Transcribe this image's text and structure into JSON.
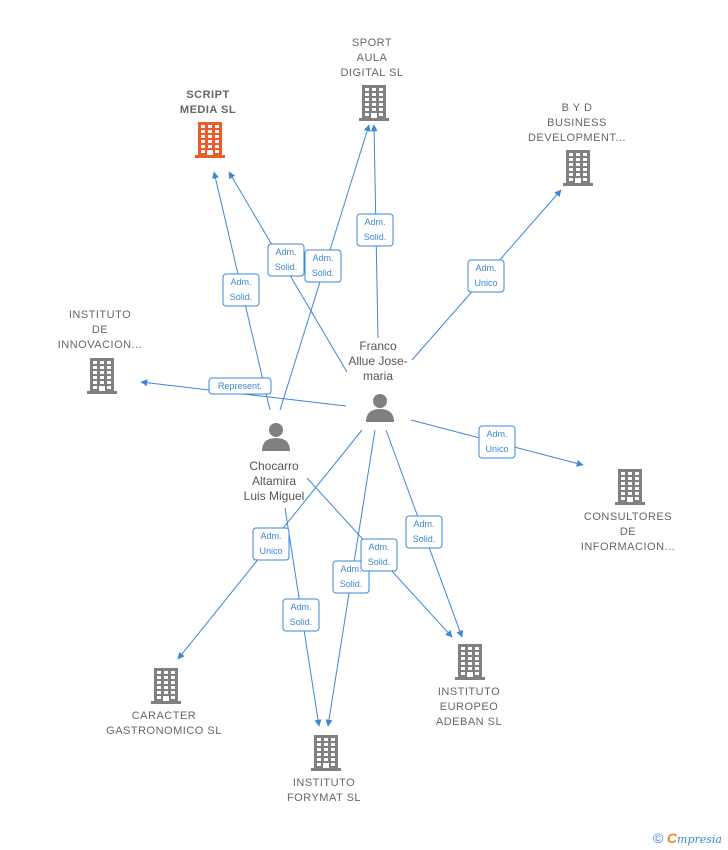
{
  "colors": {
    "edge": "#3e87d6",
    "building": "#808080",
    "focus_building": "#f05a28",
    "person": "#808080"
  },
  "companies": [
    {
      "id": "script",
      "lines": [
        "SCRIPT",
        "MEDIA  SL"
      ],
      "focus": true,
      "icon": "building-icon"
    },
    {
      "id": "sport",
      "lines": [
        "SPORT",
        "AULA",
        "DIGITAL  SL"
      ],
      "icon": "building-icon"
    },
    {
      "id": "byd",
      "lines": [
        "B Y D",
        "BUSINESS",
        "DEVELOPMENT..."
      ],
      "icon": "building-icon"
    },
    {
      "id": "innov",
      "lines": [
        "INSTITUTO",
        "DE",
        "INNOVACION..."
      ],
      "icon": "building-icon"
    },
    {
      "id": "consult",
      "lines": [
        "CONSULTORES",
        "DE",
        "INFORMACION..."
      ],
      "icon": "building-icon"
    },
    {
      "id": "caracter",
      "lines": [
        "CARACTER",
        "GASTRONOMICO SL"
      ],
      "icon": "building-icon"
    },
    {
      "id": "forymat",
      "lines": [
        "INSTITUTO",
        "FORYMAT  SL"
      ],
      "icon": "building-icon"
    },
    {
      "id": "adeban",
      "lines": [
        "INSTITUTO",
        "EUROPEO",
        "ADEBAN  SL"
      ],
      "icon": "building-icon"
    }
  ],
  "people": [
    {
      "id": "franco",
      "lines": [
        "Franco",
        "Allue Jose-",
        "maria"
      ],
      "icon": "person-icon"
    },
    {
      "id": "chocarro",
      "lines": [
        "Chocarro",
        "Altamira",
        "Luis Miguel"
      ],
      "icon": "person-icon"
    }
  ],
  "edges": [
    {
      "from": "franco",
      "to": "script",
      "label": [
        "Adm.",
        "Solid."
      ]
    },
    {
      "from": "chocarro",
      "to": "script",
      "label": [
        "Adm.",
        "Solid."
      ]
    },
    {
      "from": "chocarro",
      "to": "sport",
      "label": [
        "Adm.",
        "Solid."
      ]
    },
    {
      "from": "franco",
      "to": "sport",
      "label": [
        "Adm.",
        "Solid."
      ]
    },
    {
      "from": "franco",
      "to": "byd",
      "label": [
        "Adm.",
        "Unico"
      ]
    },
    {
      "from": "franco",
      "to": "innov",
      "label": [
        "Represent."
      ]
    },
    {
      "from": "franco",
      "to": "consult",
      "label": [
        "Adm.",
        "Unico"
      ]
    },
    {
      "from": "franco",
      "to": "caracter",
      "label": [
        "Adm.",
        "Unico"
      ]
    },
    {
      "from": "chocarro",
      "to": "forymat",
      "label": [
        "Adm.",
        "Solid."
      ]
    },
    {
      "from": "franco",
      "to": "forymat",
      "label": [
        "Adm.",
        "Solid."
      ]
    },
    {
      "from": "chocarro",
      "to": "adeban",
      "label": [
        "Adm.",
        "Solid."
      ]
    },
    {
      "from": "franco",
      "to": "adeban",
      "label": [
        "Adm.",
        "Solid."
      ]
    }
  ],
  "footer": {
    "copyright": "©",
    "brand_initial": "C",
    "brand_rest": "mpresia"
  }
}
